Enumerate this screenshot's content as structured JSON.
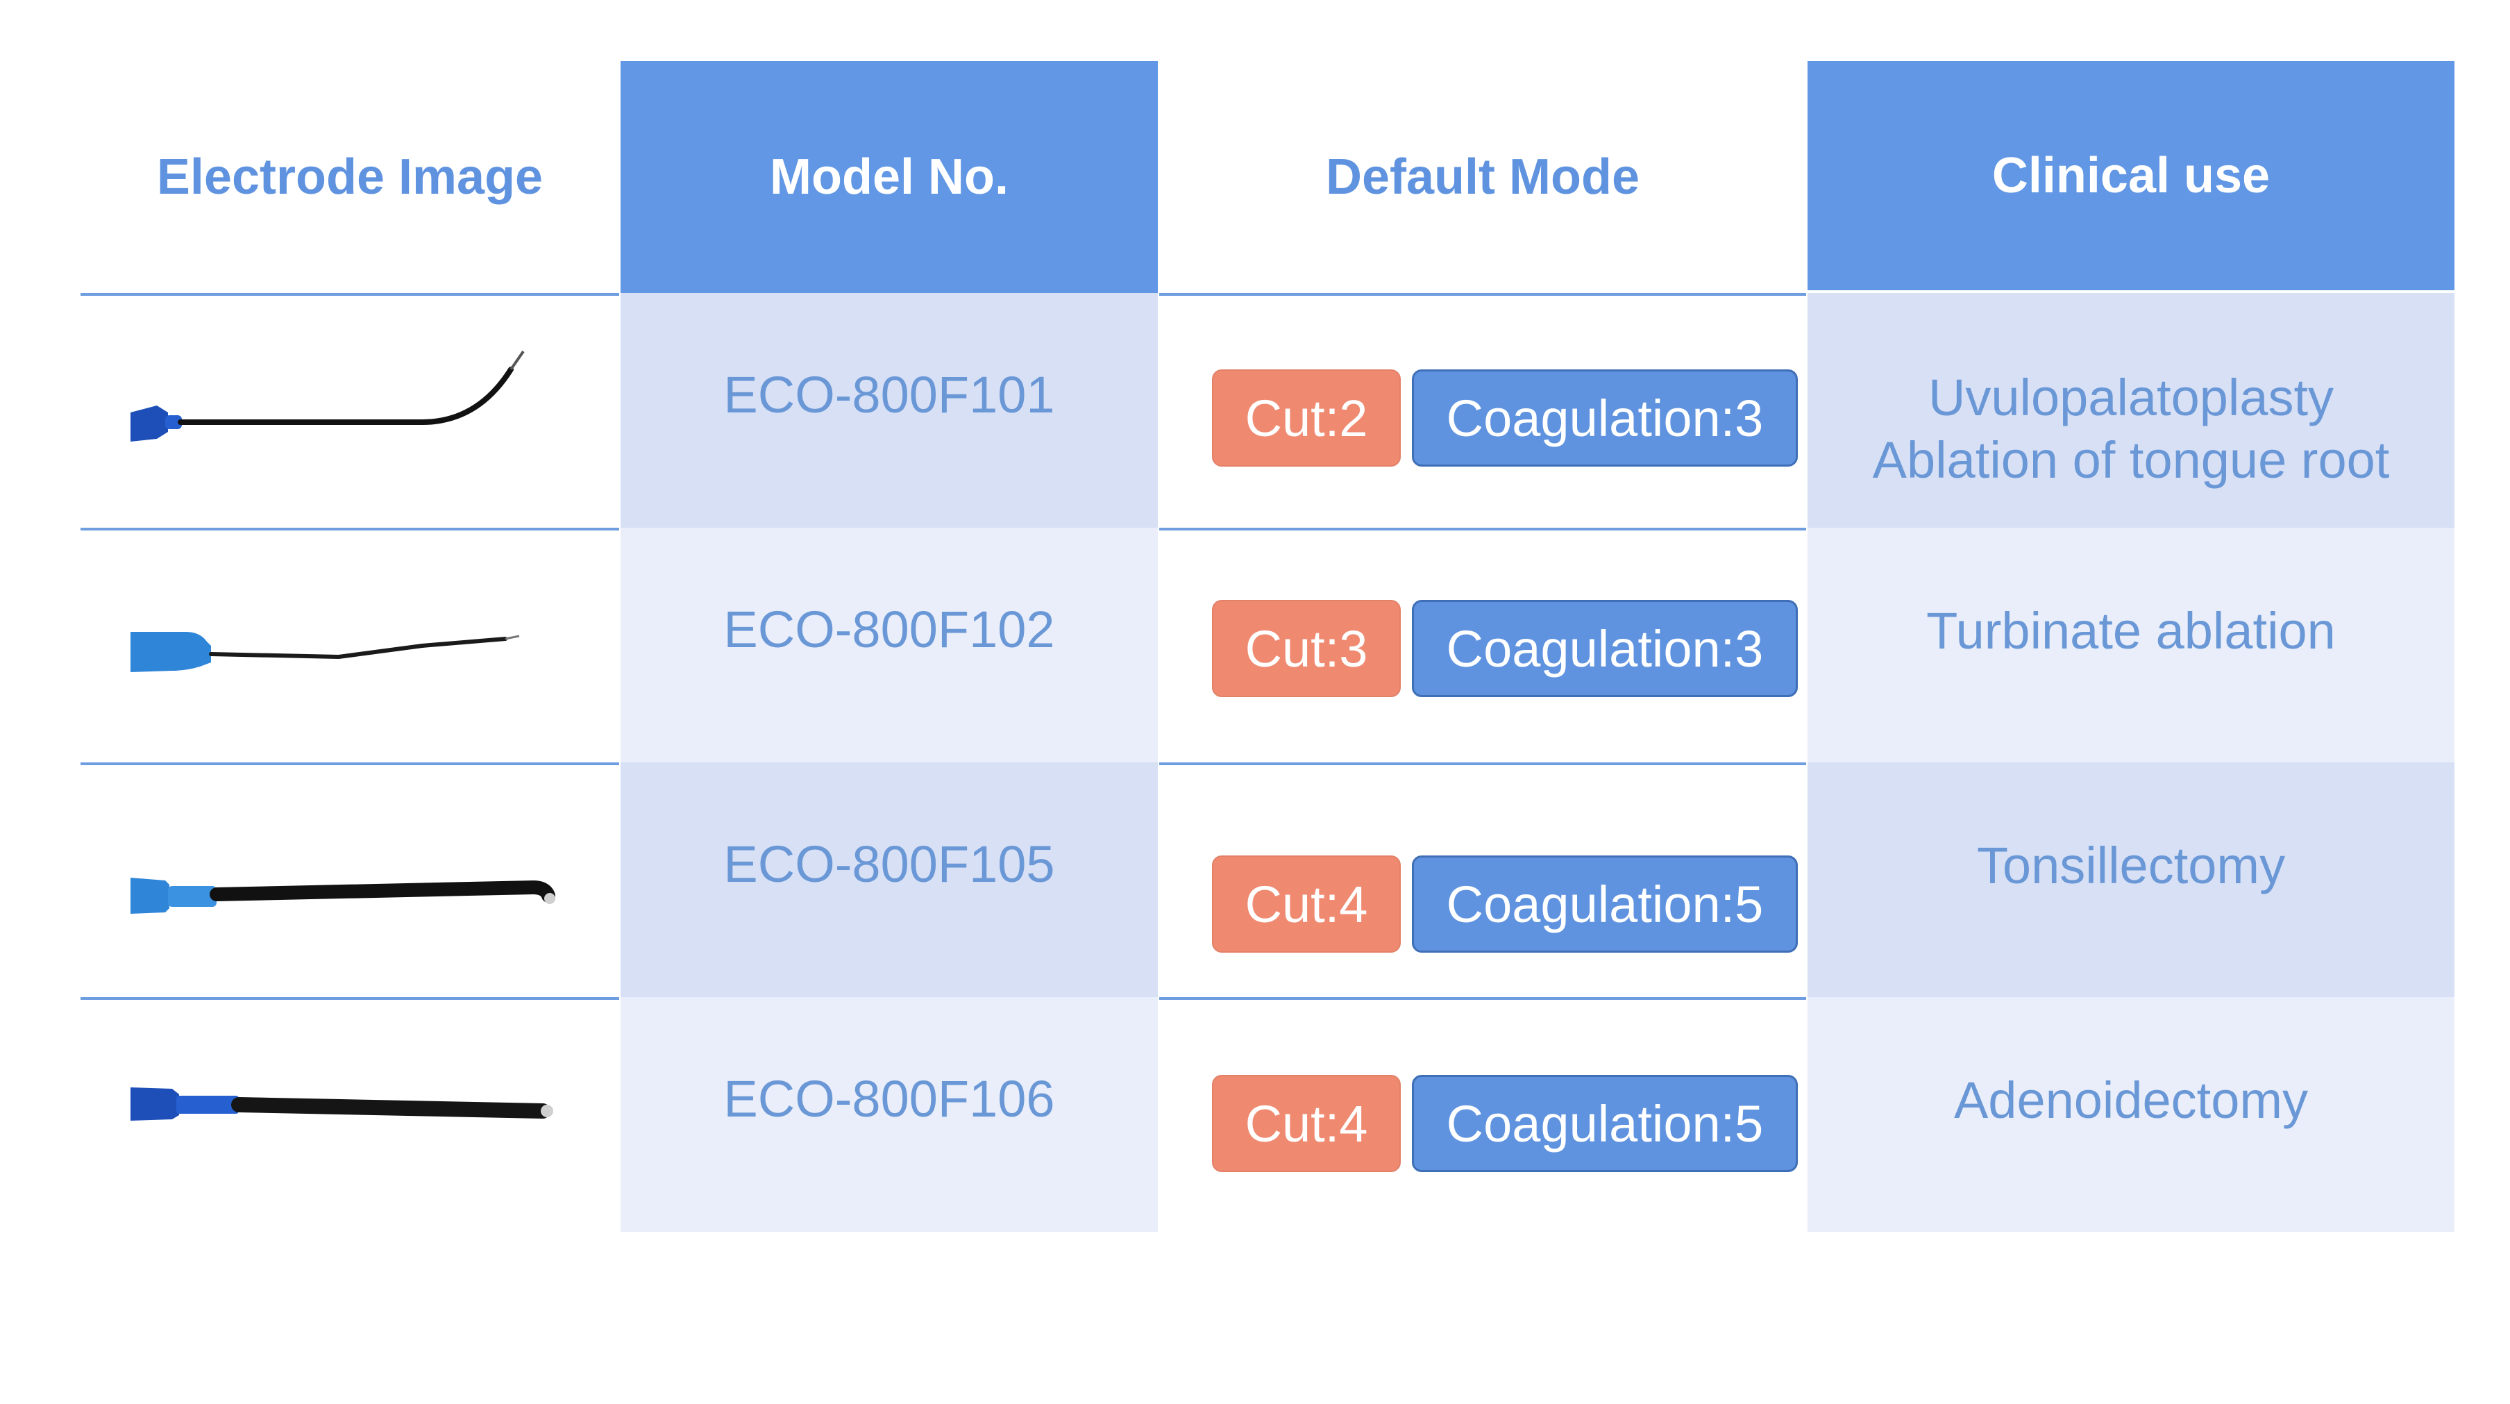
{
  "headers": {
    "electrode_image": "Electrode Image",
    "model_no": "Model No.",
    "default_mode": "Default Mode",
    "clinical_use": "Clinical use"
  },
  "rows": [
    {
      "model": "ECO-800F101",
      "cut": "Cut:2",
      "coagulation": "Coagulation:3",
      "clinical_use": [
        "Uvulopalatoplasty",
        "Ablation of tongue root"
      ],
      "electrode": "curved-tip-electrode"
    },
    {
      "model": "ECO-800F102",
      "cut": "Cut:3",
      "coagulation": "Coagulation:3",
      "clinical_use": [
        "Turbinate ablation"
      ],
      "electrode": "needle-tip-electrode"
    },
    {
      "model": "ECO-800F105",
      "cut": "Cut:4",
      "coagulation": "Coagulation:5",
      "clinical_use": [
        "Tonsillectomy"
      ],
      "electrode": "bent-blunt-tip-electrode"
    },
    {
      "model": "ECO-800F106",
      "cut": "Cut:4",
      "coagulation": "Coagulation:5",
      "clinical_use": [
        "Adenoidectomy"
      ],
      "electrode": "straight-blunt-tip-electrode"
    }
  ],
  "colors": {
    "header_blue": "#6197e4",
    "cut_badge": "#ef8a71",
    "coagulation_badge": "#5f93df",
    "row_shade_a": "#d7e0f5",
    "row_shade_b": "#e9eefa",
    "text_blue": "#6a97d6"
  }
}
